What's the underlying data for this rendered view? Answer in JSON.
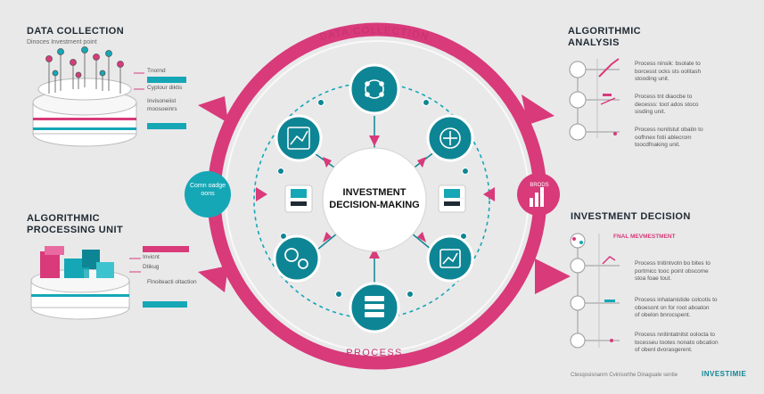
{
  "colors": {
    "pink": "#d83a7a",
    "teal": "#15a7b6",
    "dark_teal": "#0e8594",
    "bg": "#e9e9ea"
  },
  "left_top": {
    "title": "DATA COLLECTION",
    "subtitle": "Dinoces Investment point",
    "labels": [
      "Tnornd",
      "Cyptour diktis",
      "Invisoneiist moosoeinrs"
    ]
  },
  "left_badge": {
    "text": "Comn oadge oons"
  },
  "left_bottom": {
    "title_line1": "ALGORITHMIC",
    "title_line2": "PROCESSING UNIT",
    "labels": [
      "Invicnt",
      "Dtikug",
      "Flnoiteacti oltaction"
    ]
  },
  "center": {
    "title_line1": "INVESTMENT",
    "title_line2": "DECISION-MAKING",
    "ring_top": "DATA COLLECTION",
    "ring_bottom": "PROCESS"
  },
  "right_badge": {
    "text": "BRODS"
  },
  "right_top": {
    "title_line1": "ALGORITHMIC",
    "title_line2": "ANALYSIS",
    "items": [
      [
        "Process ninsik: bsolate to",
        "borcesst ocks sts oolitash",
        "stooding unit."
      ],
      [
        "Process tnt diaocbe to",
        "decesss: toot ados stoco",
        "sisding unit."
      ],
      [
        "Process nonitstut obatin to",
        "oofhnex fotii ablecrom",
        "toocdfnaking unit."
      ]
    ]
  },
  "right_bottom": {
    "title": "INVESTMENT DECISION",
    "subtitle": "FNAL MEVMESTMENT",
    "items": [
      [
        "Process tnitintvotn bo bites to",
        "portmicc tooc point obscome",
        "stoa foae tout."
      ],
      [
        "Process inhatanistide colcotis to",
        "oboesont on for root aboaton",
        "of obelon bnrocspent."
      ],
      [
        "Process nnitintatnitst oolocta to",
        "tocesseu tootes nonato obcation",
        "of obenl dvorasgerent."
      ]
    ]
  },
  "footer": {
    "note": "Ctesqosisnanrn Cvinisorthe Dinaguate sentie",
    "brand": "INVESTIMIE"
  }
}
